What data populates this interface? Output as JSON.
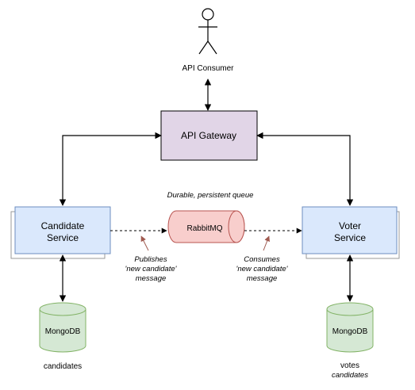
{
  "actor": {
    "label": "API Consumer"
  },
  "gateway": {
    "label": "API Gateway"
  },
  "candidate_service": {
    "line1": "Candidate",
    "line2": "Service"
  },
  "voter_service": {
    "line1": "Voter",
    "line2": "Service"
  },
  "queue": {
    "label": "RabbitMQ",
    "caption": "Durable, persistent queue"
  },
  "publish_note": {
    "line1": "Publishes",
    "line2": "'new candidate'",
    "line3": "message"
  },
  "consume_note": {
    "line1": "Consumes",
    "line2": "'new candidate'",
    "line3": "message"
  },
  "db_left": {
    "label": "MongoDB",
    "caption": "candidates"
  },
  "db_right": {
    "label": "MongoDB",
    "caption1": "votes",
    "caption2": "candidates"
  },
  "colors": {
    "gateway_fill": "#e1d5e7",
    "service_fill": "#dae8fc",
    "service_stroke": "#6c8ebf",
    "queue_fill": "#f8cecc",
    "queue_stroke": "#b85450",
    "db_fill": "#d5e8d4",
    "db_stroke": "#82b366",
    "note_arrow": "#a05a50"
  }
}
